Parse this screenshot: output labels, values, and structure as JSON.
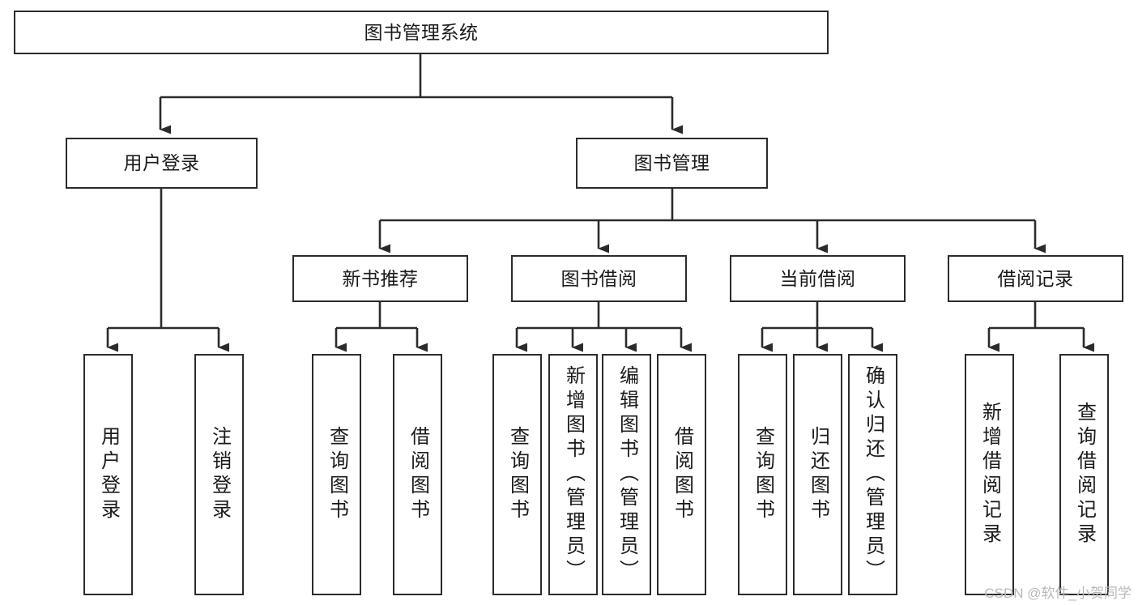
{
  "diagram": {
    "type": "tree",
    "title": "图书管理系统",
    "colors": {
      "box_border": "#2b2b2b",
      "background": "#ffffff",
      "text": "#1a1a1a",
      "connector": "#2b2b2b",
      "watermark": "#b8b8b8"
    },
    "root": {
      "label": "图书管理系统"
    },
    "level2": [
      {
        "label": "用户登录"
      },
      {
        "label": "图书管理"
      }
    ],
    "level3": [
      {
        "label": "新书推荐"
      },
      {
        "label": "图书借阅"
      },
      {
        "label": "当前借阅"
      },
      {
        "label": "借阅记录"
      }
    ],
    "leaves": {
      "user_login": [
        {
          "label": "用户登录"
        },
        {
          "label": "注销登录"
        }
      ],
      "new_book_recommend": [
        {
          "label": "查询图书"
        },
        {
          "label": "借阅图书"
        }
      ],
      "book_borrow": [
        {
          "label": "查询图书"
        },
        {
          "label": "新增图书（管理员）"
        },
        {
          "label": "编辑图书（管理员）"
        },
        {
          "label": "借阅图书"
        }
      ],
      "current_borrow": [
        {
          "label": "查询图书"
        },
        {
          "label": "归还图书"
        },
        {
          "label": "确认归还（管理员）"
        }
      ],
      "borrow_record": [
        {
          "label": "新增借阅记录"
        },
        {
          "label": "查询借阅记录"
        }
      ]
    }
  },
  "watermark": {
    "text": "CSDN @软件_小贺同学"
  }
}
